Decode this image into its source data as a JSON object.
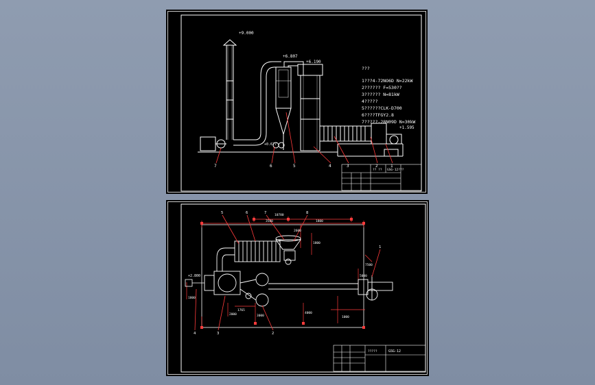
{
  "sheet1": {
    "elevations": {
      "chimney_top": "+9.000",
      "cyclone_top": "+6.807",
      "dryer_top": "+6.190",
      "left_inlet": "+0.677",
      "right_inlet": "+1.595"
    },
    "notes_title": "???",
    "notes": [
      "1???4-72NO6D N=22kW",
      "2?????? F=530??",
      "3?????? N=81kW",
      "4?????",
      "5??????CLK-D700",
      "6????TFGY2.8",
      "7?????-28N09D N=30kW"
    ],
    "callouts": [
      "7",
      "6",
      "5",
      "4",
      "3",
      "2",
      "1"
    ],
    "title_block": {
      "code": "GSG-12???",
      "sub": "?? ??"
    }
  },
  "sheet2": {
    "callouts_top": [
      "5",
      "6",
      "7",
      "8"
    ],
    "callouts_bottom": [
      "4",
      "3",
      "2"
    ],
    "callout_right": "1",
    "dimensions": {
      "overall": "10780",
      "d1": "3580",
      "d2": "1800",
      "d3": "2600",
      "d4": "1800",
      "d5": "1800",
      "d6": "1765",
      "d7": "2000",
      "d8": "3000",
      "d9": "4000",
      "d10": "1000",
      "d11": "5000",
      "d12": "7500",
      "elev": "+2.800"
    },
    "title_block": {
      "code": "GSG-12",
      "sub": "?????"
    }
  },
  "colors": {
    "background": "#8f9cb0",
    "sheet": "#000000",
    "line": "#ffffff",
    "dimension": "#ff3b3b"
  }
}
